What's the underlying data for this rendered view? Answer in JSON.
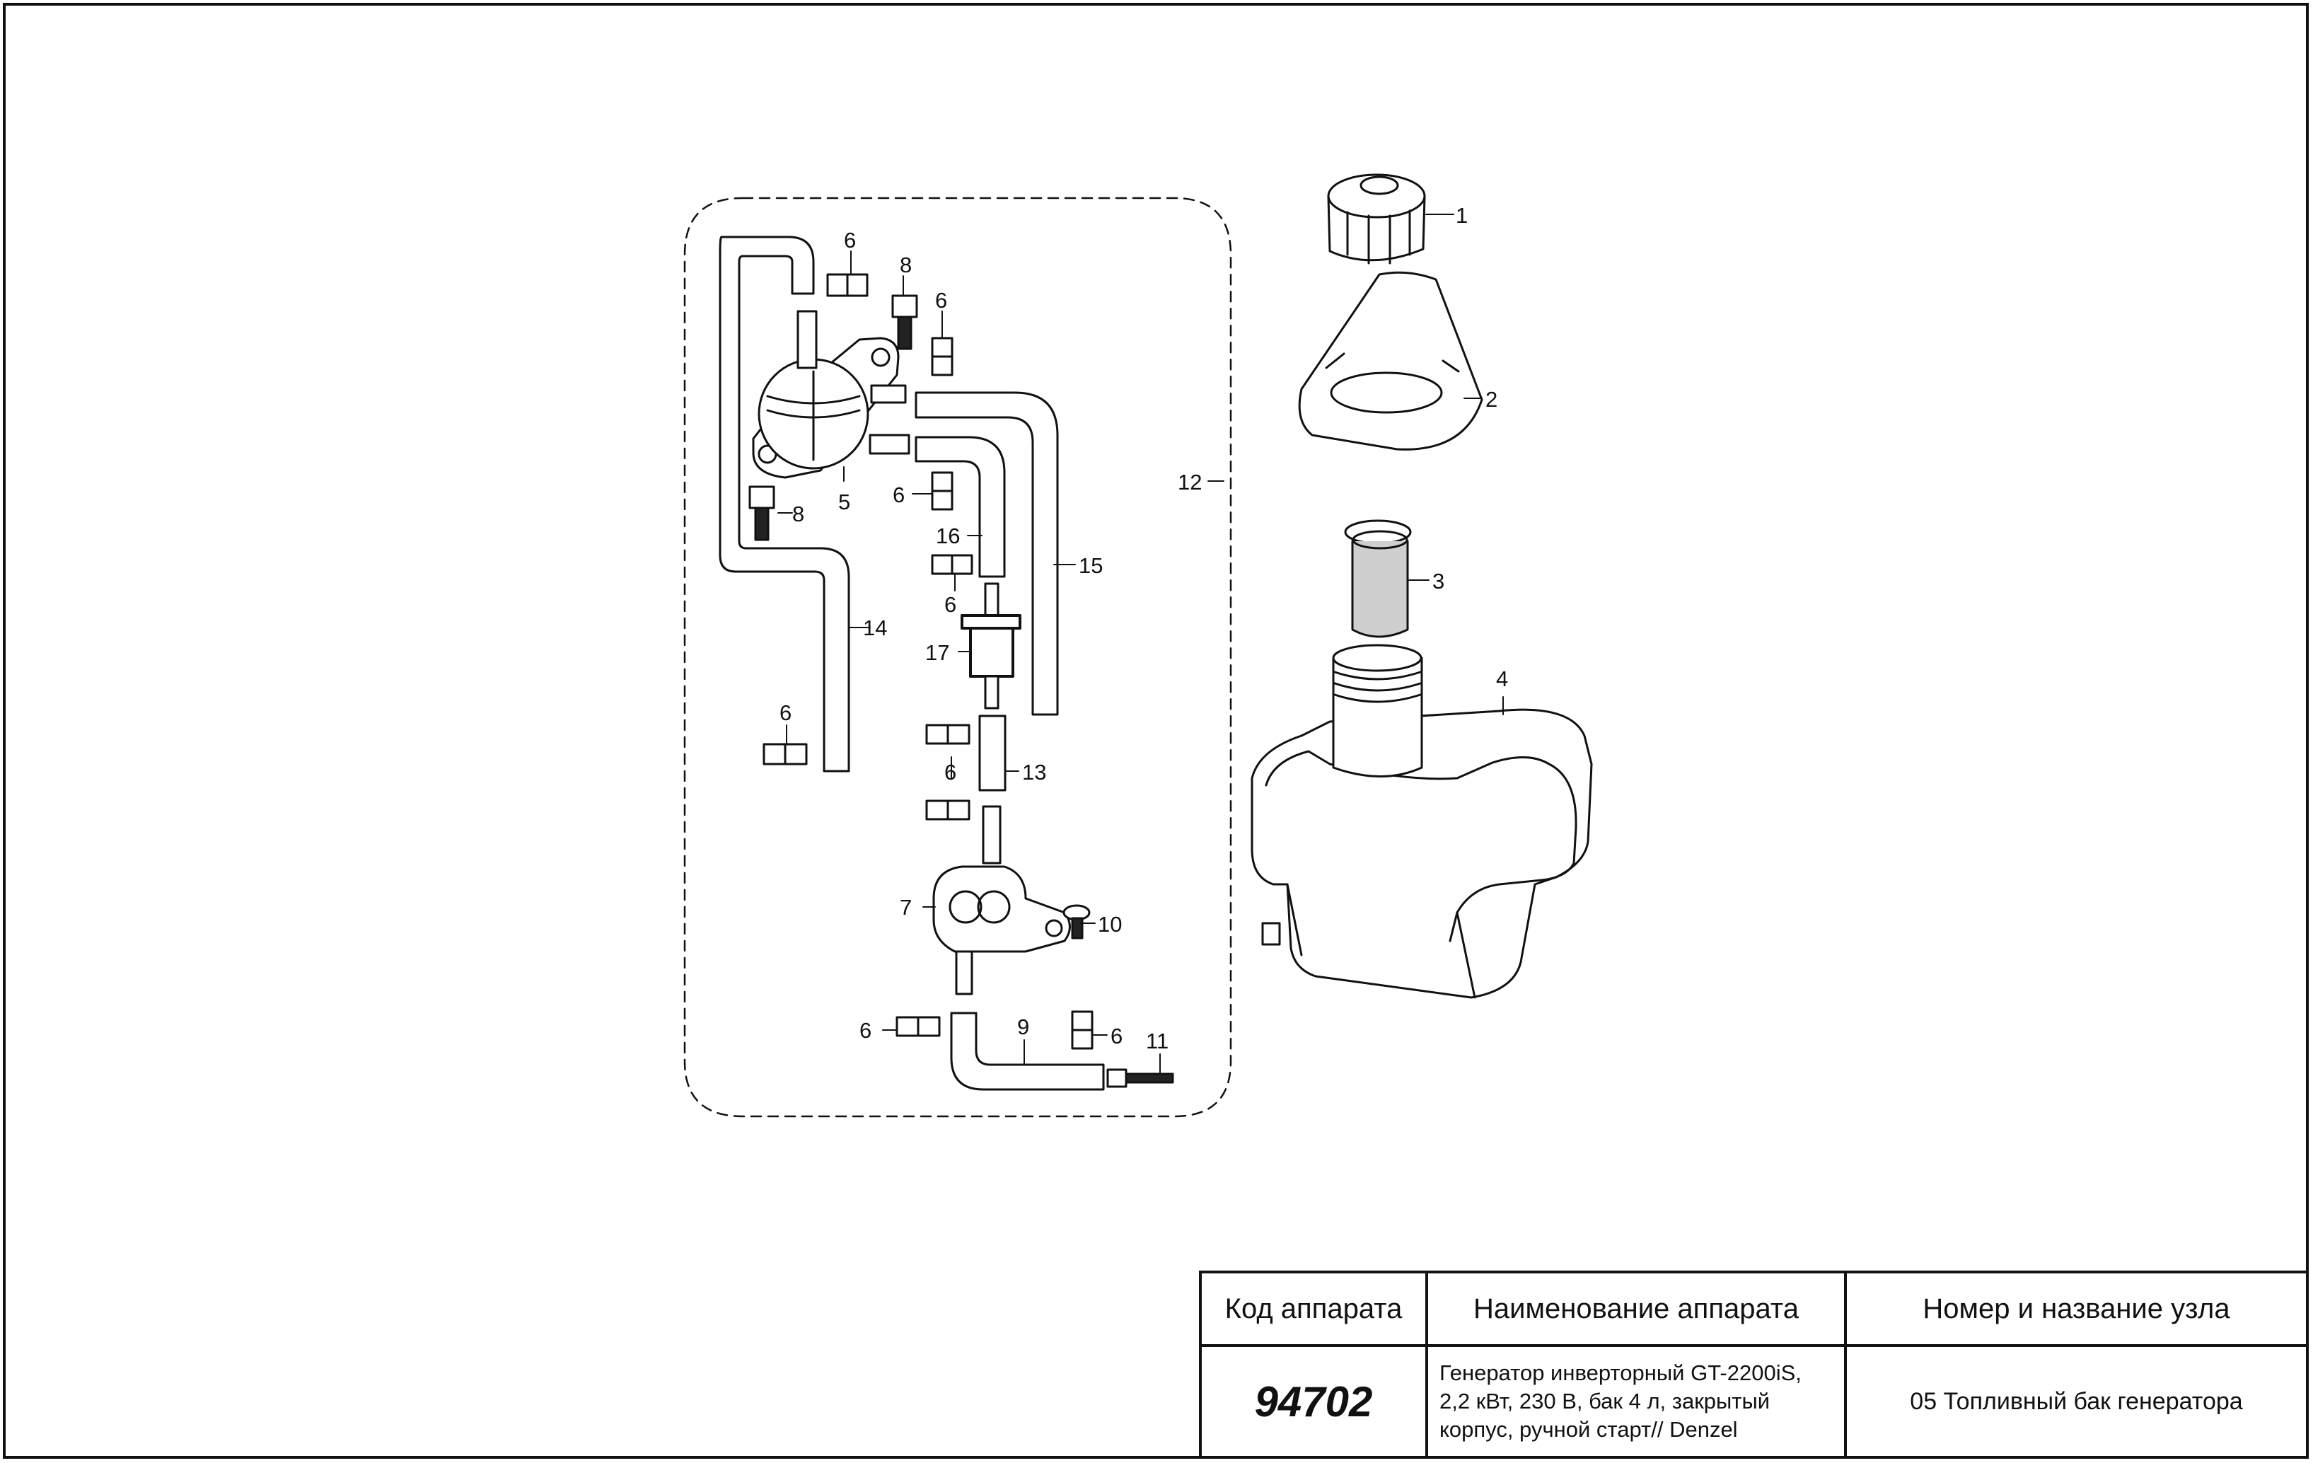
{
  "callouts": {
    "c1": "1",
    "c2": "2",
    "c3": "3",
    "c4": "4",
    "c5": "5",
    "c6": "6",
    "c7": "7",
    "c8": "8",
    "c9": "9",
    "c10": "10",
    "c11": "11",
    "c12": "12",
    "c13": "13",
    "c14": "14",
    "c15": "15",
    "c16": "16",
    "c17": "17"
  },
  "title_block": {
    "header_code": "Код аппарата",
    "header_name": "Наименование аппарата",
    "header_unit": "Номер и название узла",
    "code": "94702",
    "name_lines": [
      "Генератор инверторный GT-2200iS,",
      "2,2 кВт, 230 В, бак 4 л, закрытый",
      "корпус, ручной старт// Denzel"
    ],
    "unit": "05 Топливный бак генератора"
  },
  "colors": {
    "line": "#111111",
    "fill": "#ffffff",
    "shade": "#cfcfcf"
  }
}
